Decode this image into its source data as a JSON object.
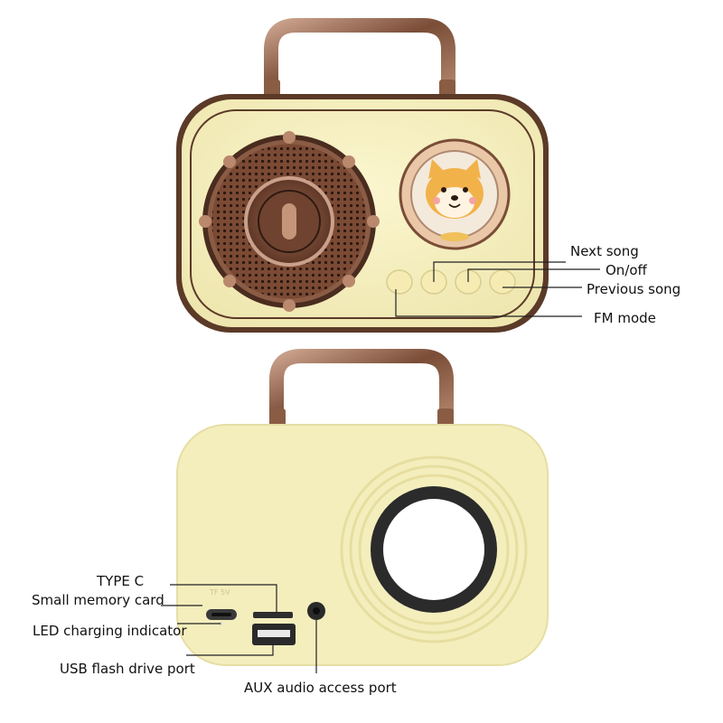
{
  "front_view": {
    "callouts": {
      "next_song": "Next song",
      "on_off": "On/off",
      "previous_song": "Previous song",
      "fm_mode": "FM mode"
    }
  },
  "back_view": {
    "callouts": {
      "type_c": "TYPE C",
      "memory_card": "Small memory card",
      "led_indicator": "LED charging indicator",
      "usb_port": "USB flash drive port",
      "aux_port": "AUX audio access port"
    },
    "port_text": "TF 5V"
  },
  "colors": {
    "body_cream": "#f6f0bf",
    "trim_brown": "#5b3a28",
    "handle_bronze": "#9a6b4f",
    "speaker_ring": "#2b2b2b"
  }
}
